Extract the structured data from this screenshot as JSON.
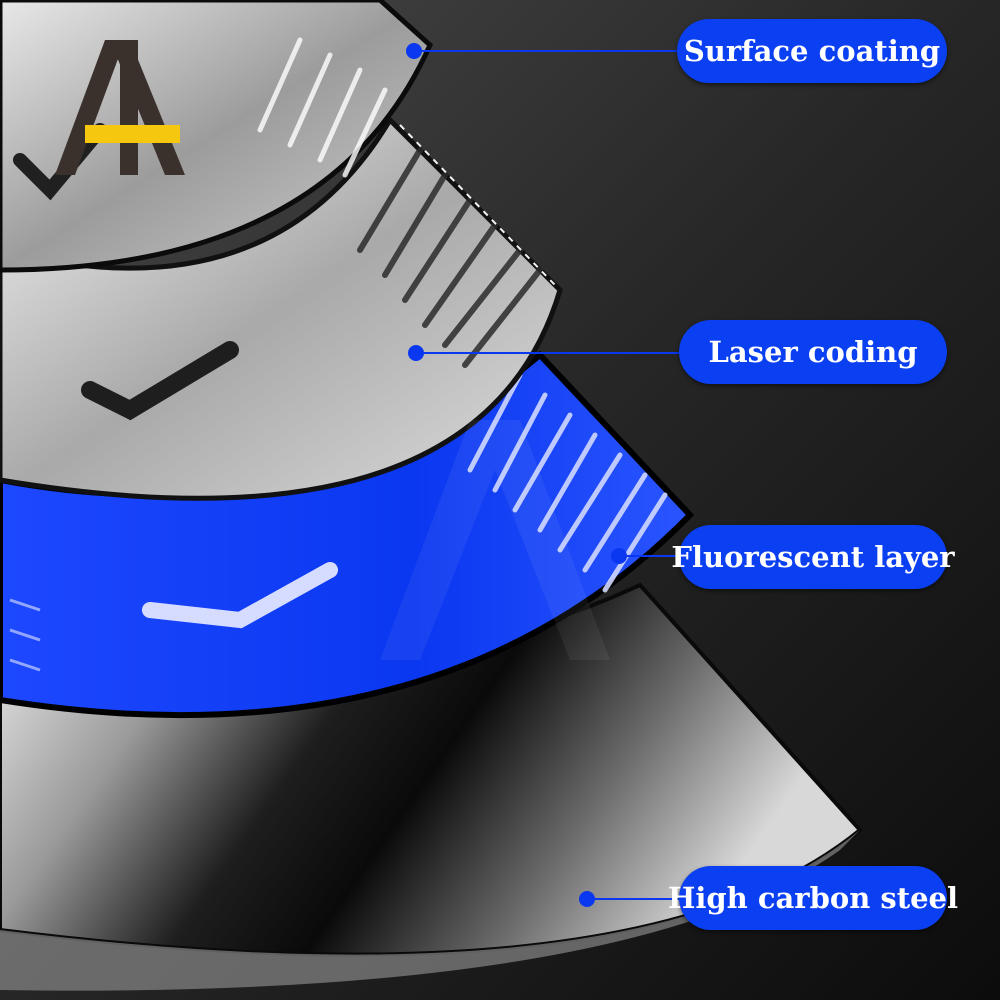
{
  "brand": {
    "logo_name": "brand-logo"
  },
  "colors": {
    "accent_blue": "#0a37f0",
    "pill_blue": "#0b3ff2",
    "logo_dark": "#3a302c",
    "logo_yellow": "#f5c70f",
    "background": "#1a1a1a"
  },
  "layers": [
    {
      "id": "surface-coating",
      "label": "Surface coating"
    },
    {
      "id": "laser-coding",
      "label": "Laser coding"
    },
    {
      "id": "fluorescent-layer",
      "label": "Fluorescent layer"
    },
    {
      "id": "high-carbon-steel",
      "label": "High carbon steel"
    }
  ]
}
